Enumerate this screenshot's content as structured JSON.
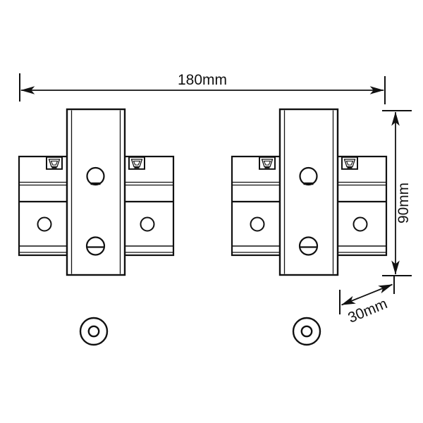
{
  "colors": {
    "line": "#111111",
    "background": "#ffffff"
  },
  "dimensions": {
    "width": {
      "label": "180mm"
    },
    "height": {
      "label": "90mm"
    },
    "depth": {
      "label": "30mm"
    }
  }
}
